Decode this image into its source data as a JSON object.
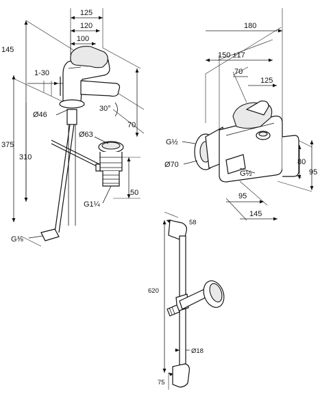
{
  "basin_mixer": {
    "width_total": "125",
    "width_mid": "120",
    "width_spout": "100",
    "height_total": "145",
    "lift_rod_range": "1-30",
    "angle": "30°",
    "spout_height": "70",
    "base_diameter": "Ø46",
    "waste_diameter": "Ø63",
    "overall_height": "375",
    "hose_length": "310",
    "waste_height": "50",
    "waste_thread": "G1¼",
    "hose_thread": "G⅜"
  },
  "bath_mixer": {
    "width_total": "180",
    "centres": "150 ±17",
    "handle_offset": "70",
    "width_body": "125",
    "connection_thread": "G½",
    "escutcheon_diameter": "Ø70",
    "outlet_thread": "G½",
    "body_height": "80",
    "overall_height": "95",
    "spout_depth": "95",
    "overall_depth": "145"
  },
  "shower_rail": {
    "bracket_depth": "58",
    "rail_length": "620",
    "rail_diameter": "Ø18",
    "bottom_depth": "75"
  }
}
